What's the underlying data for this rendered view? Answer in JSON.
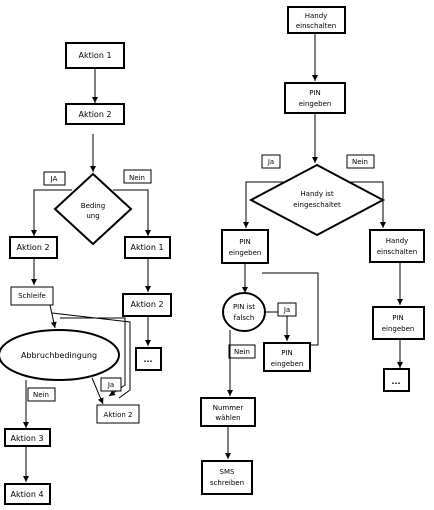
{
  "left_flow": {
    "aktion1_top": "Aktion 1",
    "aktion2_top": "Aktion 2",
    "ja": "JA",
    "nein": "Nein",
    "bedingung_line1": "Beding",
    "bedingung_line2": "ung",
    "aktion2_left": "Aktion 2",
    "aktion1_right": "Aktion 1",
    "schleife": "Schleife",
    "aktion2_right": "Aktion 2",
    "ellipsis": "...",
    "abbruchbedingung": "Abbruchbedingung",
    "ja_loop": "Ja",
    "nein_loop": "Nein",
    "aktion2_loop": "Aktion 2",
    "aktion3": "Aktion 3",
    "aktion4": "Aktion 4"
  },
  "right_flow": {
    "handy_einschalten_line1": "Handy",
    "handy_einschalten_line2": "einschalten",
    "pin_eingeben_line1": "PIN",
    "pin_eingeben_line2": "eingeben",
    "ja": "Ja",
    "nein": "Nein",
    "handy_ist_line1": "Handy ist",
    "handy_ist_line2": "eingeschaltet",
    "pin_left_line1": "PIN",
    "pin_left_line2": "eingeben",
    "handy_right_line1": "Handy",
    "handy_right_line2": "einschalten",
    "pin_falsch_line1": "PIN ist",
    "pin_falsch_line2": "falsch",
    "ja_loop": "Ja",
    "nein_loop": "Nein",
    "pin_loop_line1": "PIN",
    "pin_loop_line2": "eingeben",
    "pin_right_line1": "PIN",
    "pin_right_line2": "eingeben",
    "ellipsis": "...",
    "nummer_line1": "Nummer",
    "nummer_line2": "wählen",
    "sms_line1": "SMS",
    "sms_line2": "schreiben"
  }
}
